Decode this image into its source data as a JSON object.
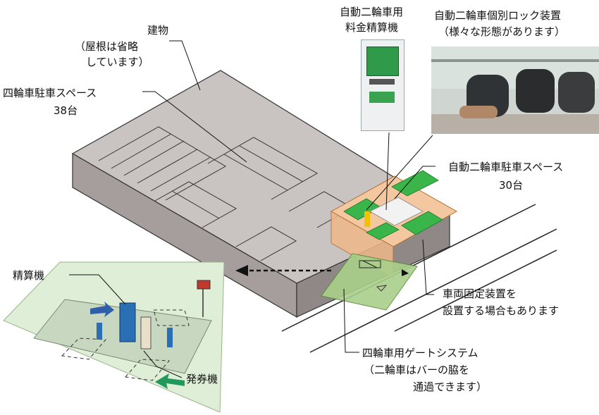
{
  "labels": {
    "building": "建物",
    "building_note_1": "（屋根は省略",
    "building_note_2": "しています）",
    "car_space": "四輪車駐車スペース",
    "car_count": "38台",
    "pay_machine_title_1": "自動二輪車用",
    "pay_machine_title_2": "料金精算機",
    "lock_device_title": "自動二輪車個別ロック装置",
    "lock_device_note": "（様々な形態があります）",
    "moto_space": "自動二輪車駐車スペース",
    "moto_count": "30台",
    "fixing_device_1": "車両固定装置を",
    "fixing_device_2": "設置する場合もあります",
    "seisanki": "精算機",
    "hakkenki": "発券機",
    "gate_system": "四輪車用ゲートシステム",
    "gate_note_1": "（二輪車はバーの脇を",
    "gate_note_2": "通過できます）"
  },
  "colors": {
    "building_top": "#c9c3c1",
    "building_side": "#a59e9c",
    "moto_area": "#f3c7a0",
    "moto_slots": "#39b54a",
    "gate_panel": "#a9cf8a",
    "inset_panel": "#dfeed6",
    "arrow_blue": "#2f5fa8",
    "arrow_green": "#1f9a5a"
  },
  "icons": {
    "direction_arrow": "dashed-arrow-left-icon",
    "entry_arrow": "blue-arrow-icon",
    "exit_arrow": "green-arrow-icon"
  }
}
